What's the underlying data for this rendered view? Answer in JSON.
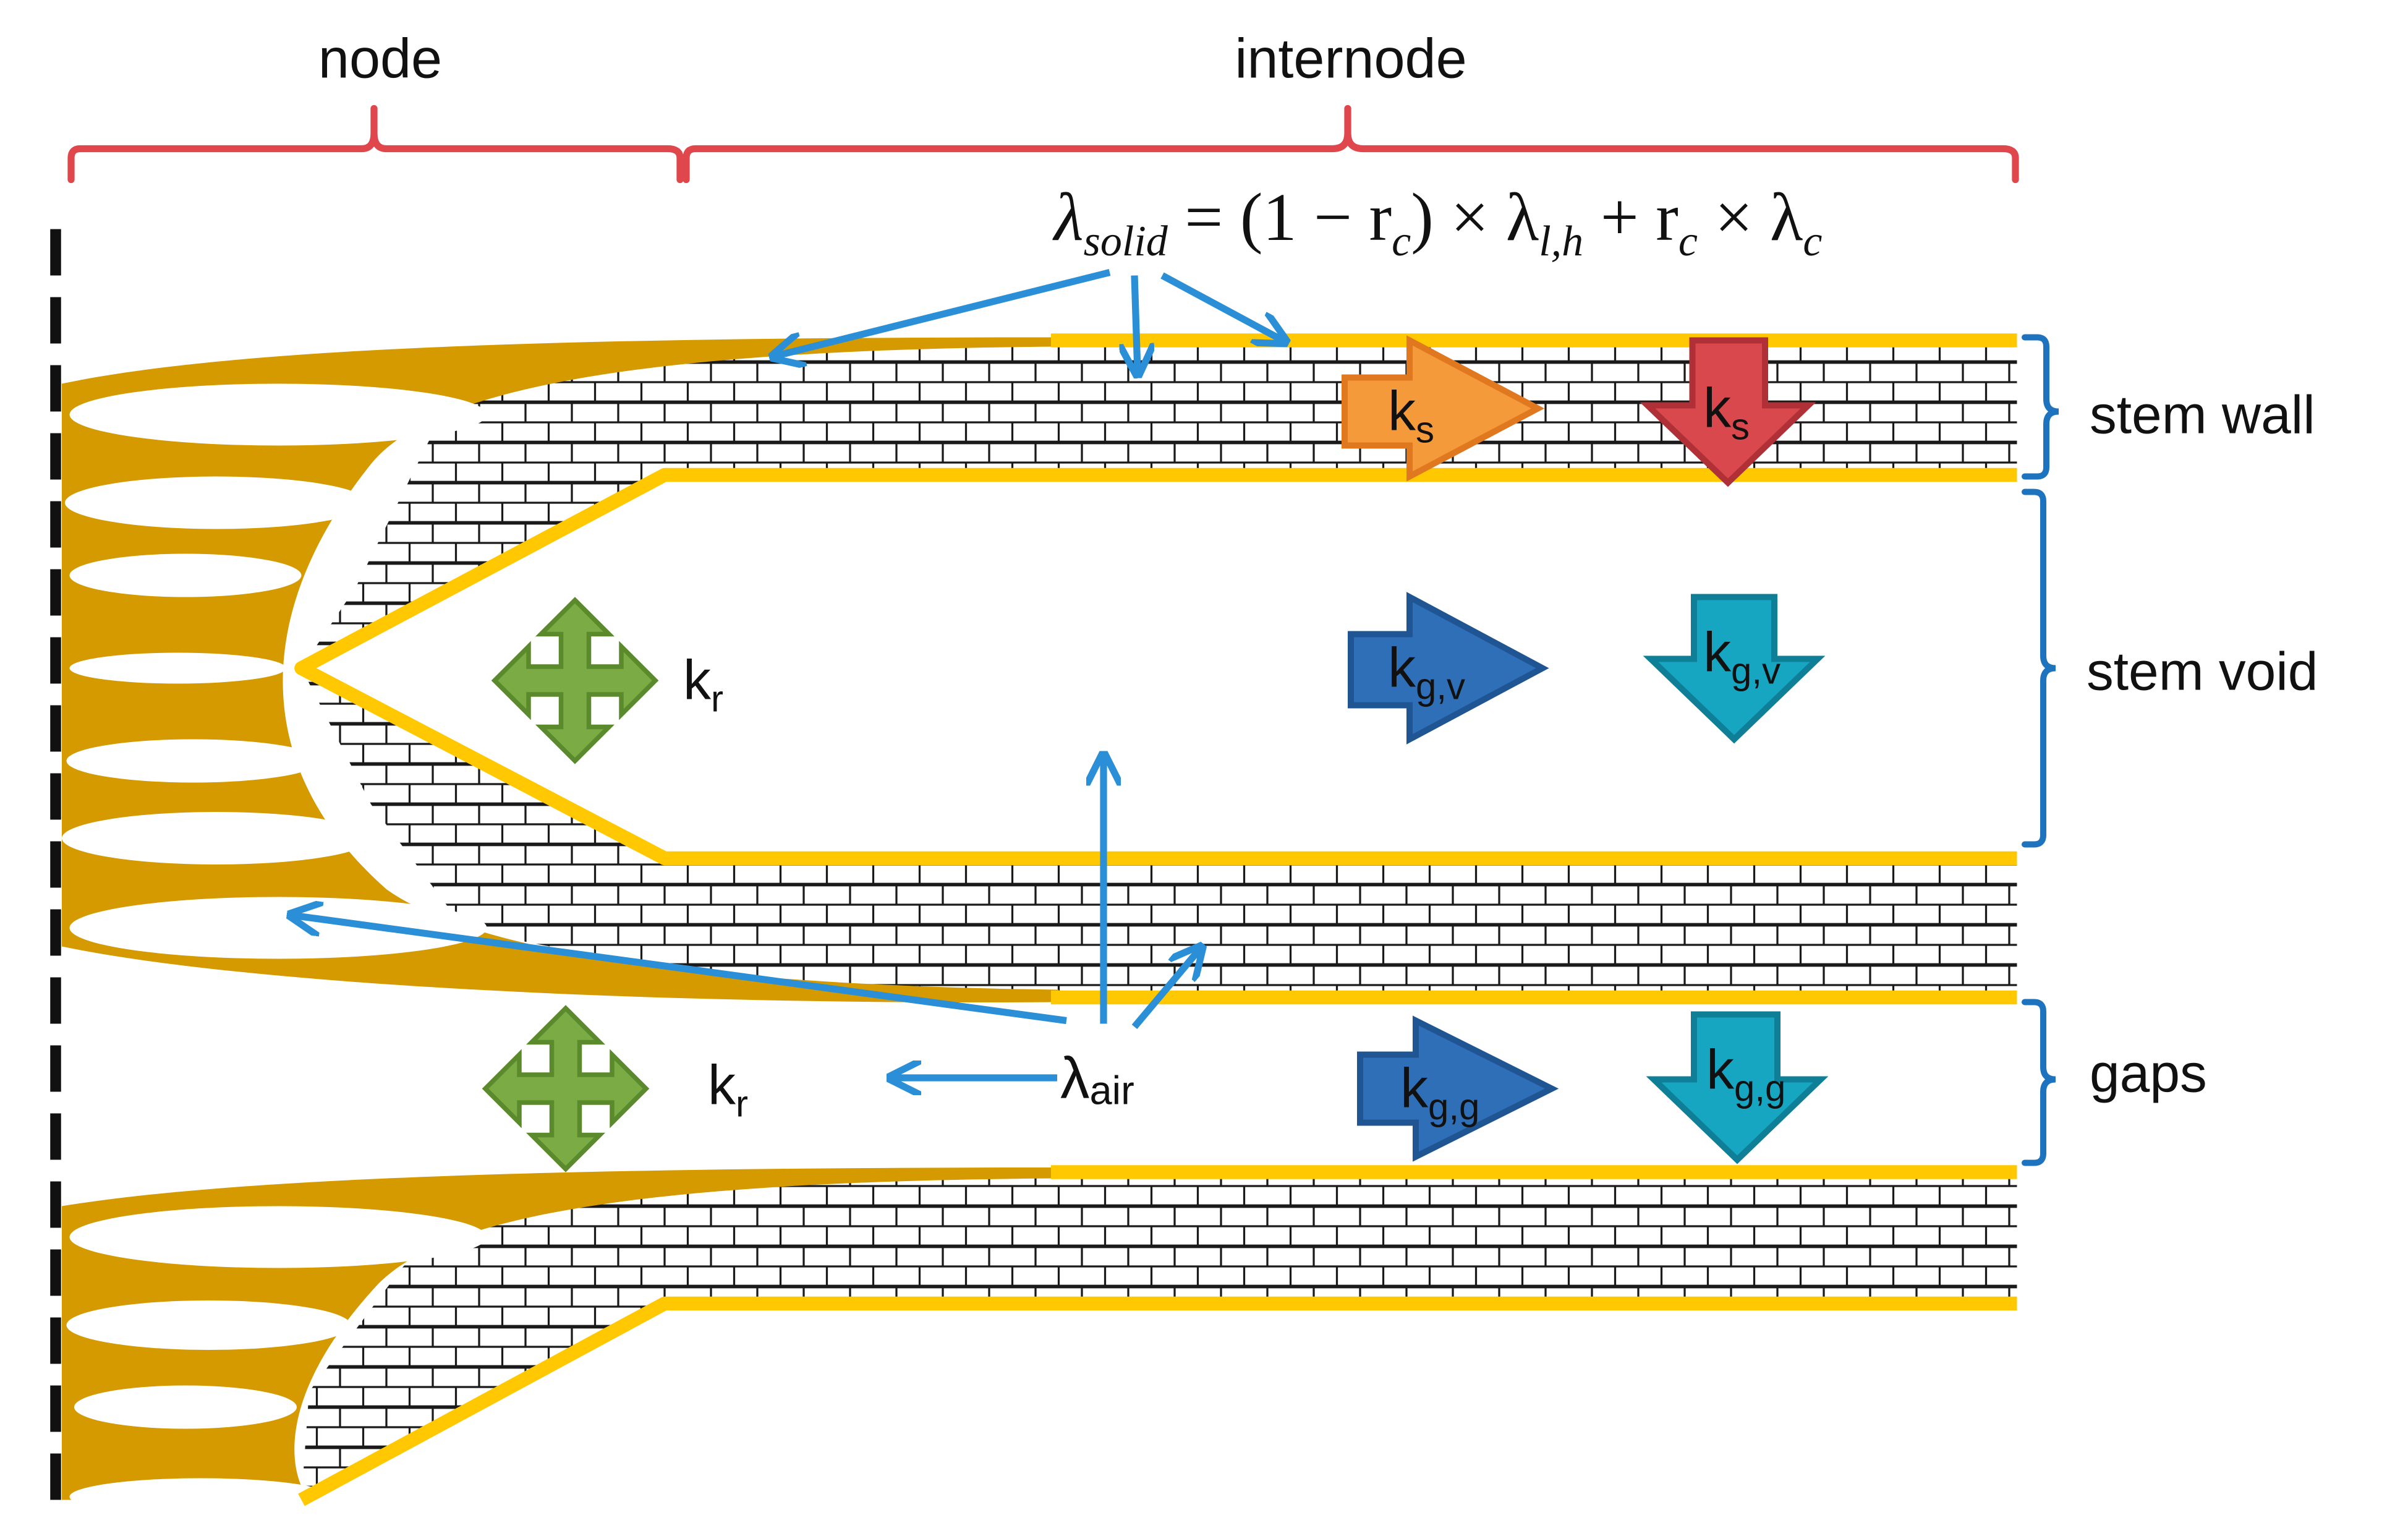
{
  "labels": {
    "node": "node",
    "internode": "internode",
    "stem_wall": "stem wall",
    "stem_void": "stem void",
    "gaps": "gaps"
  },
  "equation": {
    "lhs_symbol": "λ",
    "lhs_sub": "solid",
    "equals": " = (1 − r",
    "c1": "c",
    "mid": ") × λ",
    "lh": "l,h",
    "plus": " + r",
    "c2": "c",
    "times": " × λ",
    "c3": "c"
  },
  "symbols": {
    "k": "k",
    "s": "s",
    "r": "r",
    "gv": "g,v",
    "gg": "g,g",
    "lambda": "λ",
    "air": "air"
  },
  "colors": {
    "bracket_red": "#e0474c",
    "bracket_blue": "#1e73be",
    "arrow_blue": "#2a8fd6",
    "gold_node": "#d49a00",
    "yellow_line": "#ffc800",
    "orange_arrow": "#f59a3a",
    "red_arrow": "#d8484c",
    "dark_blue_arrow": "#2e6fb8",
    "teal_arrow": "#16a6c2",
    "green_cross": "#6f9e3a"
  }
}
